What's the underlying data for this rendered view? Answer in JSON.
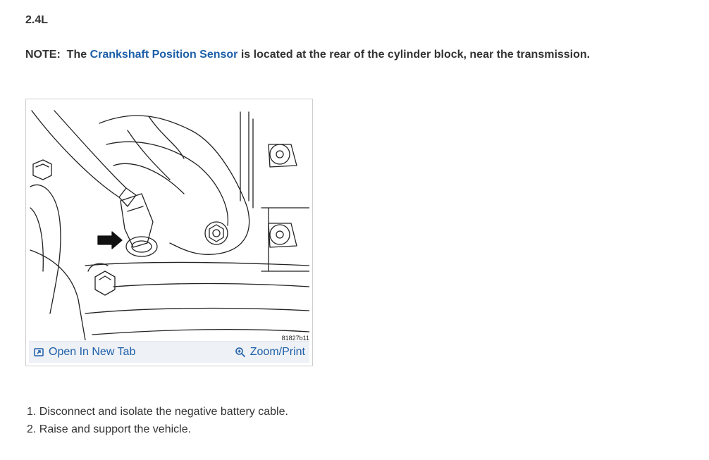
{
  "engine_label": "2.4L",
  "note": {
    "prefix": "NOTE:",
    "pre_link": "The",
    "link_text": "Crankshaft Position Sensor",
    "post_link": "is located at the rear of the cylinder block, near the transmission."
  },
  "figure": {
    "id_label": "81827b11",
    "open_tab_label": "Open In New Tab",
    "zoom_label": "Zoom/Print"
  },
  "steps": [
    {
      "number": "1.",
      "text": "Disconnect and isolate the negative battery cable."
    },
    {
      "number": "2.",
      "text": "Raise and support the vehicle."
    }
  ],
  "colors": {
    "link": "#1d5fa8",
    "text": "#333333",
    "bar_bg": "#eef1f6"
  },
  "icons": {
    "open_tab": "open-in-new-tab-icon",
    "zoom": "zoom-magnifier-icon"
  }
}
